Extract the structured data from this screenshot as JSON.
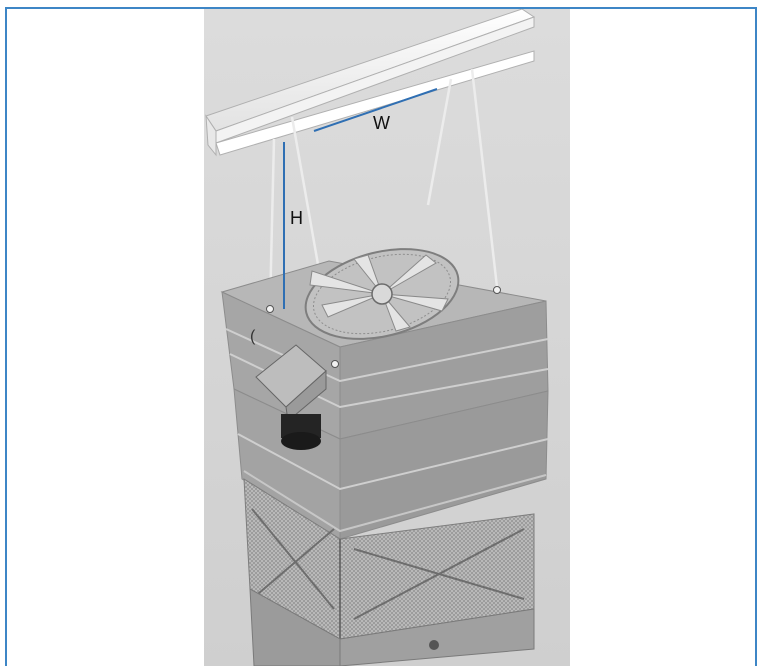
{
  "figure": {
    "labels": {
      "width": "W",
      "height": "H"
    },
    "colors": {
      "frame_border": "#3d86c6",
      "dimension_line": "#2f6fb3",
      "background": "#d9d9d9",
      "unit_body": "#a9a9a9"
    },
    "objects": [
      "lifting-beam",
      "lifting-cables",
      "cooling-tower-unit",
      "fan",
      "motor",
      "fill-panels"
    ]
  }
}
